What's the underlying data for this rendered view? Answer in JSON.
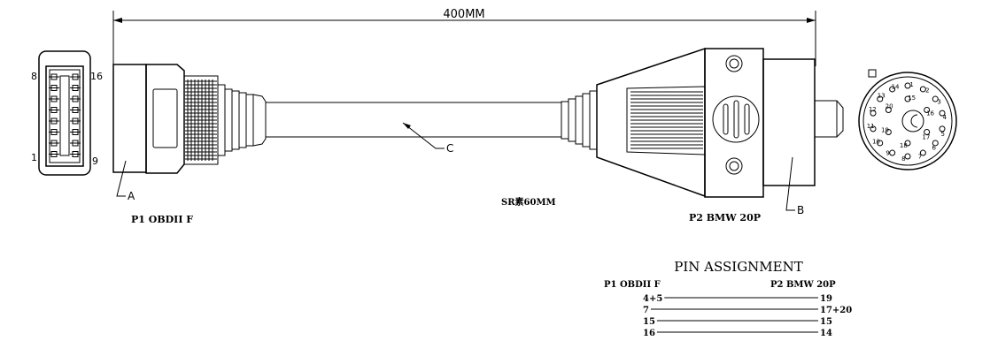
{
  "dimension": {
    "length_label": "400MM"
  },
  "callouts": {
    "a": "A",
    "b": "B",
    "c": "C"
  },
  "obd_pins": {
    "top_left": "8",
    "top_right": "16",
    "bottom_left": "1",
    "bottom_right": "9"
  },
  "connectors": {
    "p1_label": "P1 OBDII F",
    "p2_label": "P2 BMW 20P",
    "cable_note": "SR素60MM"
  },
  "round_pins": [
    "1",
    "2",
    "3",
    "4",
    "5",
    "6",
    "7",
    "8",
    "9",
    "10",
    "11",
    "12",
    "13",
    "14",
    "15",
    "16",
    "17",
    "18",
    "19",
    "20"
  ],
  "pin_assignment": {
    "title": "PIN ASSIGNMENT",
    "left_header": "P1 OBDII F",
    "right_header": "P2 BMW 20P",
    "rows": [
      {
        "left": "4+5",
        "right": "19"
      },
      {
        "left": "7",
        "right": "17+20"
      },
      {
        "left": "15",
        "right": "15"
      },
      {
        "left": "16",
        "right": "14"
      }
    ]
  },
  "colors": {
    "ink": "#000000",
    "background": "#ffffff"
  }
}
